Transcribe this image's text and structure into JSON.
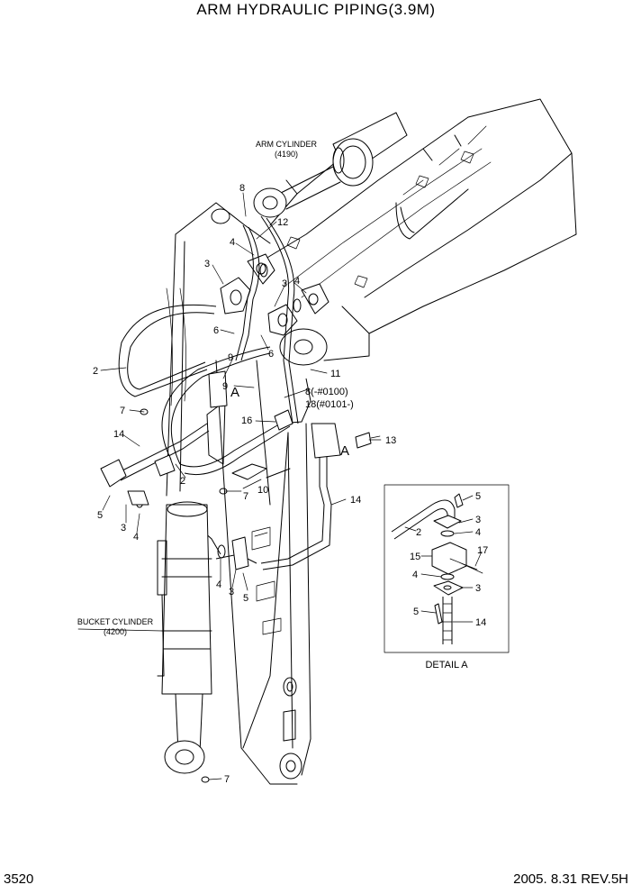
{
  "title": "ARM HYDRAULIC PIPING(3.9M)",
  "page_number": "3520",
  "revision": "2005. 8.31 REV.5H",
  "labels": {
    "arm_cylinder": "ARM CYLINDER",
    "arm_cylinder_code": "(4190)",
    "bucket_cylinder": "BUCKET CYLINDER",
    "bucket_cylinder_code": "(4200)",
    "detail": "DETAIL  A",
    "view_a_1": "A",
    "view_a_2": "A",
    "part_8_range": "8(-#0100)",
    "part_18_range": "18(#0101-)"
  },
  "callouts": {
    "c8": "8",
    "c12": "12",
    "c4a": "4",
    "c3a": "3",
    "c3b": "3",
    "c4b": "4",
    "c6a": "6",
    "c6b": "6",
    "c9a": "9",
    "c9b": "9",
    "c2a": "2",
    "c11": "11",
    "c7a": "7",
    "c16": "16",
    "c14a": "14",
    "c13": "13",
    "c7b": "7",
    "c10": "10",
    "c2b": "2",
    "c14b": "14",
    "c5a": "5",
    "c3c": "3",
    "c4c": "4",
    "c4d": "4",
    "c3d": "3",
    "c5b": "5",
    "c7c": "7",
    "d5a": "5",
    "d3a": "3",
    "d4a": "4",
    "d2": "2",
    "d15": "15",
    "d17": "17",
    "d4b": "4",
    "d3b": "3",
    "d5b": "5",
    "d14": "14"
  }
}
